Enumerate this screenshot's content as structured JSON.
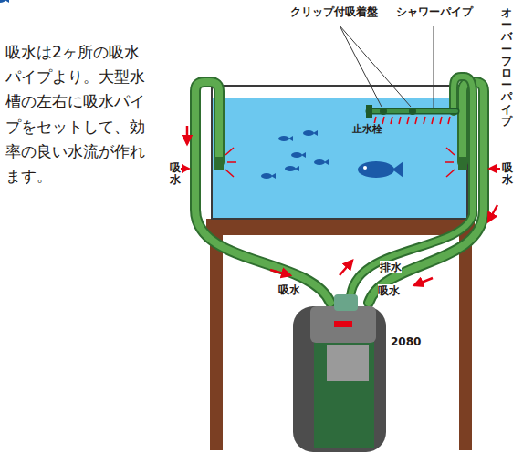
{
  "diagram": {
    "labels": [
      "吸水は2ヶ所の吸水パイプより。大型水槽の左右に吸水パイプをセットして、効率の良い水流が作れます。",
      "クリップ付吸着盤",
      "シャワーパイプ",
      "オーバーフローパイプ",
      "止水栓",
      "吸水",
      "吸水",
      "吸水",
      "排水",
      "吸水",
      "2080"
    ]
  }
}
